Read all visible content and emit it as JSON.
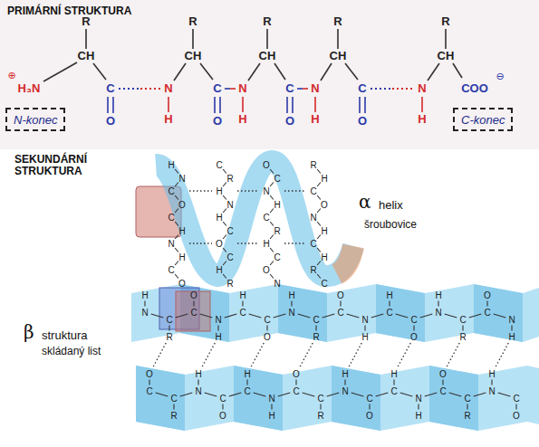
{
  "diagram": {
    "nodes": [
      {
        "text": [
          "N-konec"
        ]
      },
      {
        "text": [
          "C-konec"
        ]
      }
    ],
    "labels": [
      "PRIMÁRNÍ STRUKTURA",
      "⊕",
      "H₃N",
      "R",
      "CH",
      "C",
      "O",
      "N",
      "H",
      "R",
      "CH",
      "C",
      "O",
      "N",
      "H",
      "R",
      "CH",
      "C",
      "O",
      "N",
      "H",
      "R",
      "CH",
      "C",
      "O",
      "N",
      "H",
      "R",
      "CH",
      "COO",
      "⊖",
      "SEKUNDÁRNÍ STRUKTURA",
      "H",
      "N",
      "C",
      "O",
      "C",
      "H",
      "N",
      "H",
      "C",
      "O",
      "C",
      "R",
      "H",
      "N",
      "H",
      "C",
      "O",
      "C",
      "H",
      "R",
      "O",
      "C",
      "N",
      "H",
      "C",
      "R",
      "H",
      "C",
      "O",
      "N",
      "R",
      "H",
      "C",
      "O",
      "N",
      "H",
      "C",
      "H",
      "R",
      "C",
      "α",
      "helix",
      "šroubovice",
      "β",
      "struktura",
      "skládaný list",
      "N",
      "H",
      "C",
      "R",
      "C",
      "O",
      "N",
      "H",
      "C",
      "H",
      "C",
      "O",
      "N",
      "H",
      "C",
      "R",
      "C",
      "O",
      "N",
      "H",
      "C",
      "H",
      "C",
      "O",
      "N",
      "H",
      "C",
      "R",
      "C",
      "O",
      "N",
      "H",
      "C",
      "O",
      "C",
      "R",
      "N",
      "H",
      "C",
      "O",
      "C",
      "H",
      "N",
      "H",
      "C",
      "O",
      "C",
      "R",
      "N",
      "H",
      "C",
      "O",
      "C",
      "H",
      "N",
      "H",
      "C",
      "O",
      "C",
      "R",
      "N",
      "H",
      "C",
      "O"
    ]
  }
}
